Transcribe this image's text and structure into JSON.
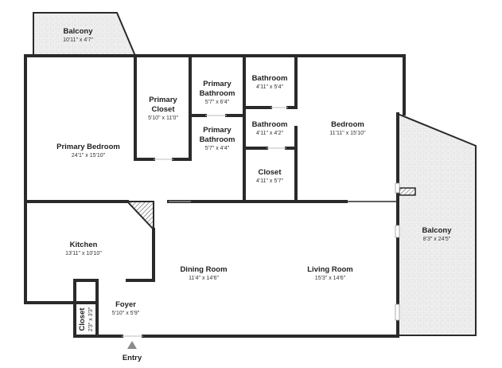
{
  "rooms": {
    "balcony_top": {
      "name": "Balcony",
      "dim": "10'11\" x 4'7\""
    },
    "primary_bedroom": {
      "name": "Primary Bedroom",
      "dim": "24'1\" x 15'10\""
    },
    "primary_closet": {
      "name_line1": "Primary",
      "name_line2": "Closet",
      "dim": "5'10\" x 11'0\""
    },
    "primary_bathroom_1": {
      "name_line1": "Primary",
      "name_line2": "Bathroom",
      "dim": "5'7\" x 6'4\""
    },
    "primary_bathroom_2": {
      "name_line1": "Primary",
      "name_line2": "Bathroom",
      "dim": "5'7\" x 4'4\""
    },
    "bathroom_1": {
      "name": "Bathroom",
      "dim": "4'11\" x 5'4\""
    },
    "bathroom_2": {
      "name": "Bathroom",
      "dim": "4'11\" x 4'2\""
    },
    "closet": {
      "name": "Closet",
      "dim": "4'11\" x 5'7\""
    },
    "bedroom": {
      "name": "Bedroom",
      "dim": "11'11\" x 15'10\""
    },
    "balcony_right": {
      "name": "Balcony",
      "dim": "8'3\" x 24'5\""
    },
    "kitchen": {
      "name": "Kitchen",
      "dim": "13'11\" x 10'10\""
    },
    "dining_room": {
      "name": "Dining Room",
      "dim": "11'4\" x 14'6\""
    },
    "living_room": {
      "name": "Living Room",
      "dim": "15'3\" x 14'6\""
    },
    "foyer": {
      "name": "Foyer",
      "dim": "5'10\" x 5'9\""
    },
    "closet_small": {
      "name": "Closet",
      "dim": "2'3\" x 3'3\""
    }
  },
  "entry": {
    "label": "Entry"
  },
  "colors": {
    "wall": "#2a2a2a",
    "balcony_fill": "#ededed",
    "floor": "#ffffff"
  }
}
